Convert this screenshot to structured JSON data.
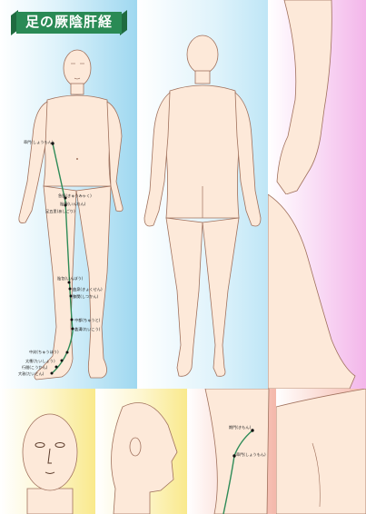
{
  "title": "足の厥陰肝経",
  "points": [
    {
      "label": "陰包(いんぽう)"
    },
    {
      "label": "足五里(あしごり)"
    },
    {
      "label": "陰廉(いんれん)"
    },
    {
      "label": "急脈(きゅうみゃく)"
    },
    {
      "label": "曲泉(きょくせん)"
    },
    {
      "label": "膝関(しつかん)"
    },
    {
      "label": "中都(ちゅうと)"
    },
    {
      "label": "蠡溝(れいこう)"
    },
    {
      "label": "中封(ちゅうほう)"
    },
    {
      "label": "太衝(たいしょう)"
    },
    {
      "label": "行間(こうかん)"
    },
    {
      "label": "大敦(だいとん)"
    }
  ],
  "torso_points": [
    {
      "label": "章門(しょうもん)"
    },
    {
      "label": "期門(きもん)"
    }
  ],
  "colors": {
    "skin": "#fde9d9",
    "outline": "#a0715d",
    "meridian": "#2e8b57",
    "banner": "#2a8a55",
    "blue_bg": "#bfe6f6",
    "pink_bg": "#f6c5ef",
    "yellow_bg": "#fbf0b0",
    "salmon_bg": "#f6c6bc"
  }
}
